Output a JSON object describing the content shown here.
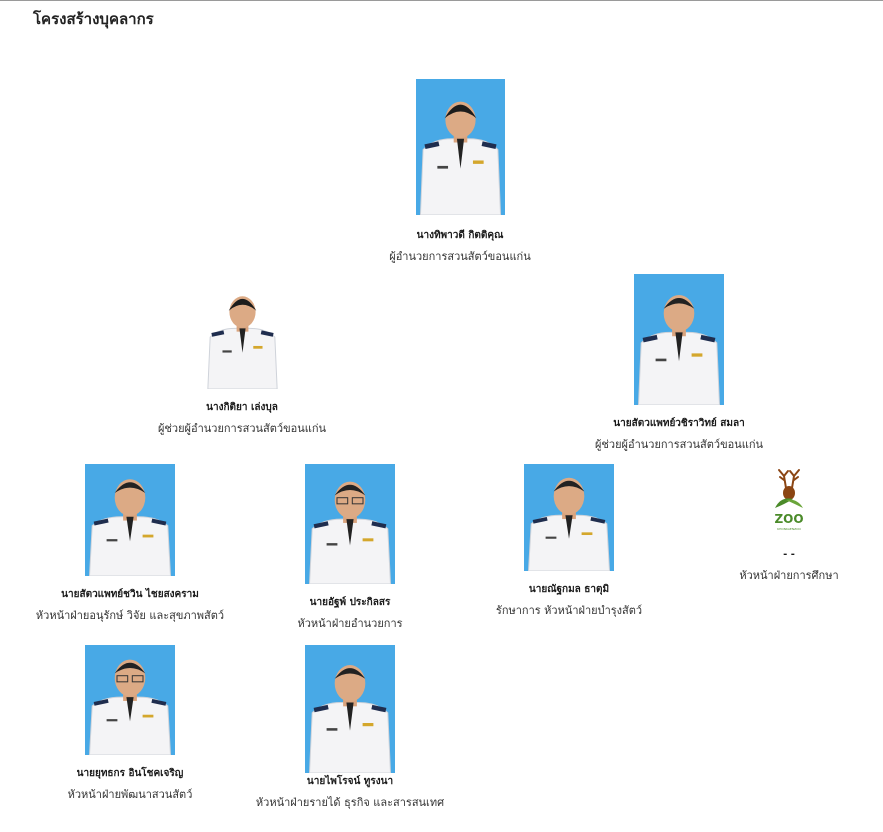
{
  "page": {
    "title": "โครงสร้างบุคลากร"
  },
  "director": {
    "name": "นางทิพาวดี กิตติคุณ",
    "role": "ผู้อำนวยการสวนสัตว์ขอนแก่น"
  },
  "assistants": [
    {
      "name": "นางกิติยา เล่งบุล",
      "role": "ผู้ช่วยผู้อำนวยการสวนสัตว์ขอนแก่น"
    },
    {
      "name": "นายสัตวแพทย์วชิราวิทย์ สมลา",
      "role": "ผู้ช่วยผู้อำนวยการสวนสัตว์ขอนแก่น"
    }
  ],
  "heads_row1": [
    {
      "name": "นายสัตวแพทย์ชวิน ไชยสงคราม",
      "role": "หัวหน้าฝ่ายอนุรักษ์ วิจัย และสุขภาพสัตว์"
    },
    {
      "name": "นายอัฐพ์ ประกิลสร",
      "role": "หัวหน้าฝ่ายอำนวยการ"
    },
    {
      "name": "นายณัฐกมล ธาตุมิ",
      "role": "รักษาการ หัวหน้าฝ่ายบำรุงสัตว์"
    },
    {
      "name": "- -",
      "role": "หัวหน้าฝ่ายการศึกษา",
      "logo_text": "ZOO",
      "logo_subtext": "KHONKAENZOO"
    }
  ],
  "heads_row2": [
    {
      "name": "นายยุทธกร อินโชคเจริญ",
      "role": "หัวหน้าฝ่ายพัฒนาสวนสัตว์"
    },
    {
      "name": "นายไพโรจน์ ทูรงนา",
      "role": "หัวหน้าฝ่ายรายได้ ธุรกิจ และสารสนเทศ"
    }
  ],
  "colors": {
    "photo_bg": "#48a9e6",
    "uniform": "#f4f4f6",
    "epaulette": "#1f2d4e",
    "gold": "#d4a72c",
    "logo_brown": "#8b4513",
    "logo_green": "#4b8b2a"
  }
}
